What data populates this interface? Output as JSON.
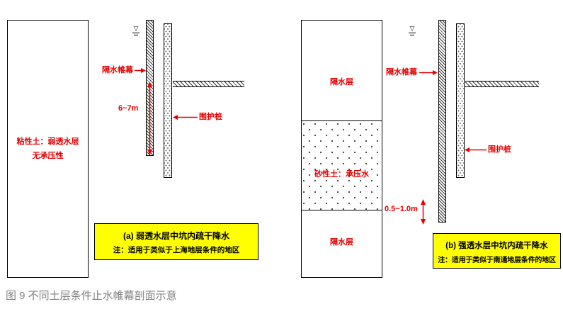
{
  "caption": "图 9 不同土层条件止水帷幕剖面示意",
  "icons": {
    "water_table": "▽"
  },
  "colors": {
    "label_red": "#e60000",
    "note_bg": "#ffff00",
    "caption_gray": "#808080"
  },
  "panel_a": {
    "soil_label_line1": "粘性土：弱透水层",
    "soil_label_line2": "无承压性",
    "curtain_label": "隔水帷幕",
    "pile_label": "围护桩",
    "dimension_label": "6~7m",
    "note_title": "(a) 弱透水层中坑内疏干降水",
    "note_text": "注：适用于类似于上海地层条件的地区"
  },
  "panel_b": {
    "layer_top_label": "隔水层",
    "layer_middle_label": "砂性土：承压水",
    "layer_bottom_label": "隔水层",
    "curtain_label": "隔水帷幕",
    "pile_label": "围护桩",
    "dimension_label": "0.5~1.0m",
    "note_title": "(b) 强透水层中坑内疏干降水",
    "note_text": "注：适用于类似于南通地层条件的地区"
  }
}
